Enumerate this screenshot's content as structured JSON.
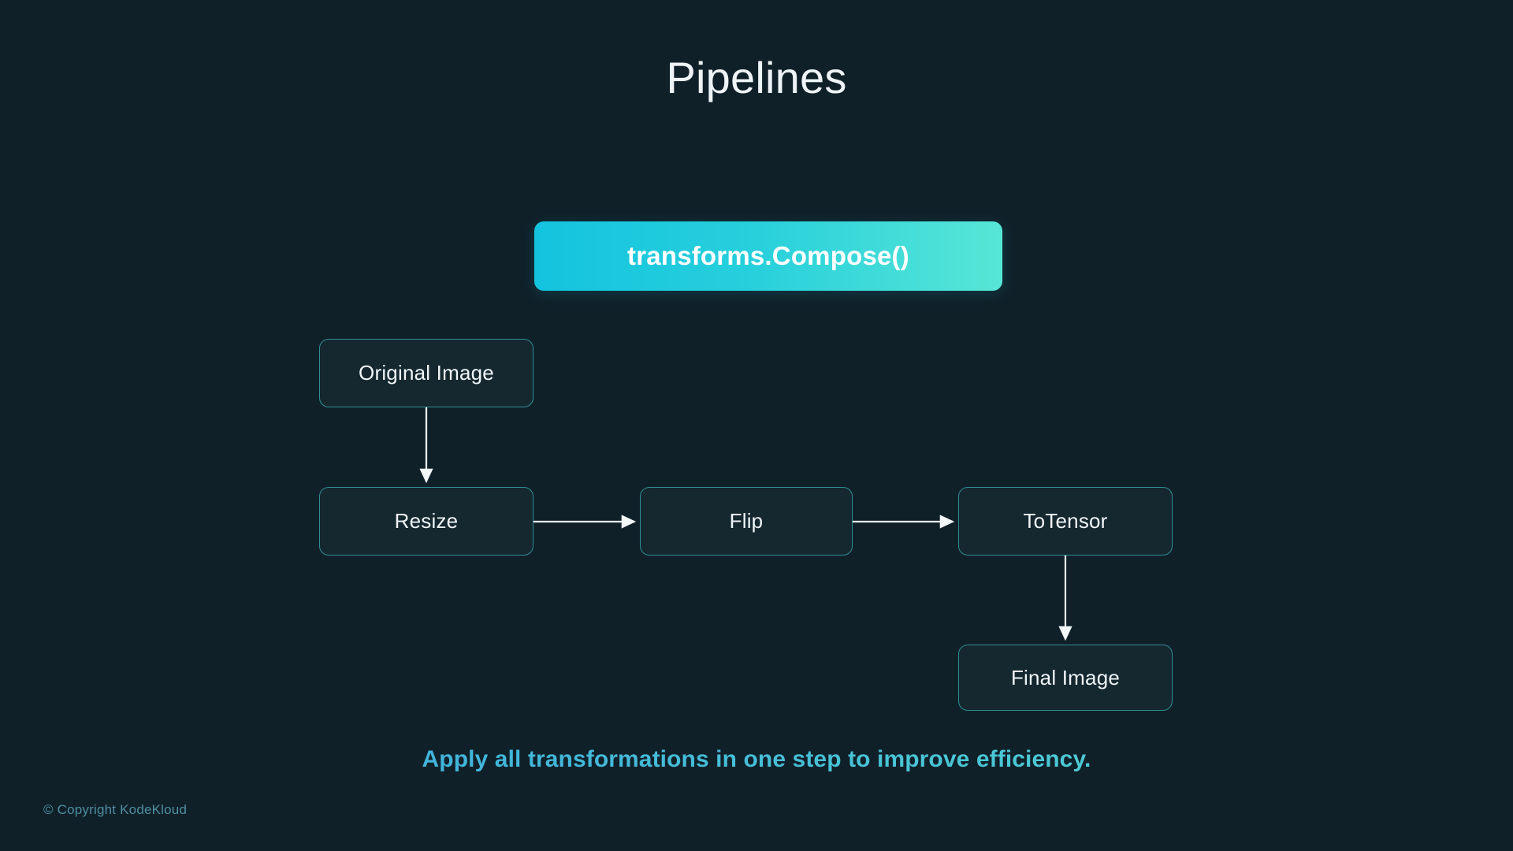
{
  "slide": {
    "title": "Pipelines",
    "background_color": "#102029"
  },
  "banner": {
    "label": "transforms.Compose()",
    "gradient_from": "#14c3de",
    "gradient_to": "#57e6d6",
    "text_color": "#ffffff"
  },
  "diagram": {
    "node_border_color": "#2f8f92",
    "node_fill_color": "#15272f",
    "arrow_color": "#f2f7f9",
    "nodes": [
      {
        "id": "original",
        "label": "Original Image"
      },
      {
        "id": "resize",
        "label": "Resize"
      },
      {
        "id": "flip",
        "label": "Flip"
      },
      {
        "id": "totensor",
        "label": "ToTensor"
      },
      {
        "id": "final",
        "label": "Final Image"
      }
    ],
    "edges": [
      {
        "from": "original",
        "to": "resize",
        "direction": "down"
      },
      {
        "from": "resize",
        "to": "flip",
        "direction": "right"
      },
      {
        "from": "flip",
        "to": "totensor",
        "direction": "right"
      },
      {
        "from": "totensor",
        "to": "final",
        "direction": "down"
      }
    ]
  },
  "caption": {
    "text": "Apply all transformations in one step to improve efficiency.",
    "gradient_from": "#3aa6e0",
    "gradient_to": "#53d8cf"
  },
  "footer": {
    "copyright": "© Copyright KodeKloud",
    "color": "#4f8ea0"
  }
}
